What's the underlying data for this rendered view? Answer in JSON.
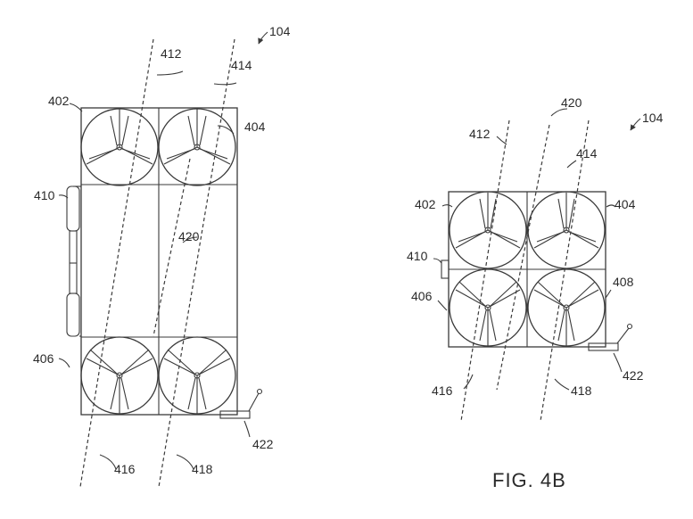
{
  "figure": {
    "caption": "FIG. 4B",
    "left_view": {
      "ref_assembly": "104",
      "labels": {
        "l402": "402",
        "l404": "404",
        "l406": "406",
        "l410": "410",
        "l412": "412",
        "l414": "414",
        "l416": "416",
        "l418": "418",
        "l420": "420",
        "l422": "422"
      }
    },
    "right_view": {
      "ref_assembly": "104",
      "labels": {
        "l402": "402",
        "l404": "404",
        "l406": "406",
        "l408": "408",
        "l410": "410",
        "l412": "412",
        "l414": "414",
        "l416": "416",
        "l418": "418",
        "l420": "420",
        "l422": "422"
      }
    }
  }
}
